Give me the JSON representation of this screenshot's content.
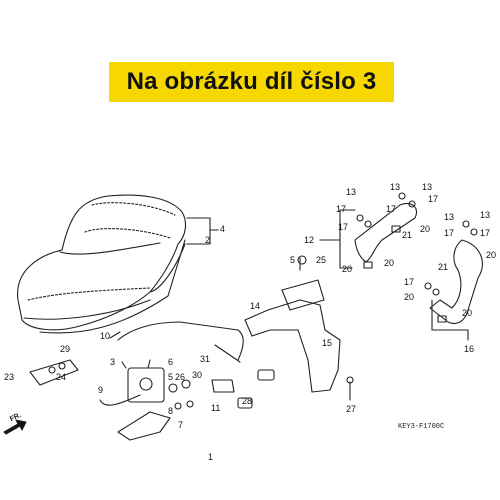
{
  "banner": {
    "text": "Na obrázku díl číslo 3",
    "color": "#f6d800"
  },
  "diagram_code": "KEY3-F1700C",
  "front_marker": "FR.",
  "callouts": {
    "c1": "1",
    "c2": "2",
    "c3": "3",
    "c4": "4",
    "c5": "5",
    "c6": "6",
    "c7": "7",
    "c8": "8",
    "c9": "9",
    "c10": "10",
    "c11": "11",
    "c12": "12",
    "c13a": "13",
    "c13b": "13",
    "c13c": "13",
    "c13d": "13",
    "c13e": "13",
    "c14": "14",
    "c15": "15",
    "c16": "16",
    "c17a": "17",
    "c17b": "17",
    "c17c": "17",
    "c17d": "17",
    "c17e": "17",
    "c17f": "17",
    "c17g": "17",
    "c20a": "20",
    "c20b": "20",
    "c20c": "20",
    "c20d": "20",
    "c20e": "20",
    "c20f": "20",
    "c21a": "21",
    "c21b": "21",
    "c23": "23",
    "c24": "24",
    "c25": "25",
    "c26": "26",
    "c27": "27",
    "c28": "28",
    "c29": "29",
    "c30": "30",
    "c31": "31",
    "c5b": "5"
  }
}
